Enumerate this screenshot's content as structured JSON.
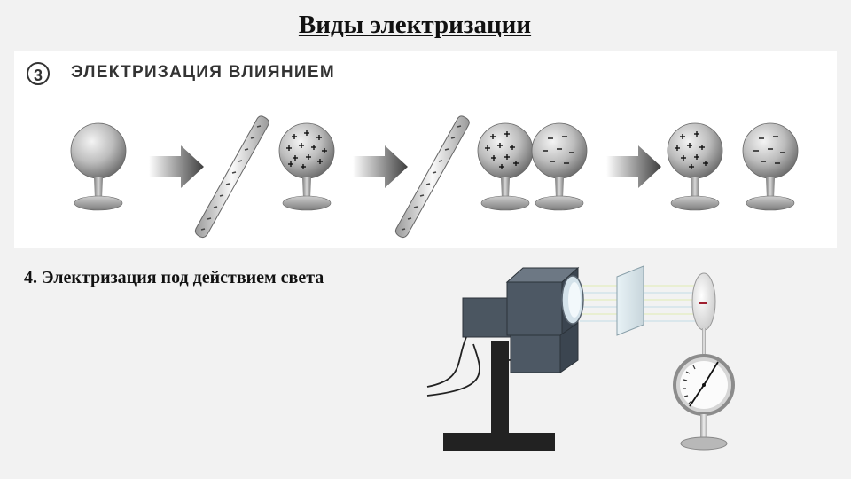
{
  "title": "Виды электризации",
  "panel": {
    "number": "3",
    "heading": "ЭЛЕКТРИЗАЦИЯ ВЛИЯНИЕМ"
  },
  "section4": {
    "heading": "4. Электризация под действием света"
  },
  "colors": {
    "background": "#f2f2f2",
    "panel": "#ffffff",
    "projector": "#4a5560",
    "stand": "#222222",
    "arrow": "#4a4a4a"
  },
  "icons": [
    "sphere-icon",
    "arrow-icon",
    "charged-rod-icon",
    "projector-icon",
    "glass-plate-icon",
    "electroscope-icon"
  ]
}
